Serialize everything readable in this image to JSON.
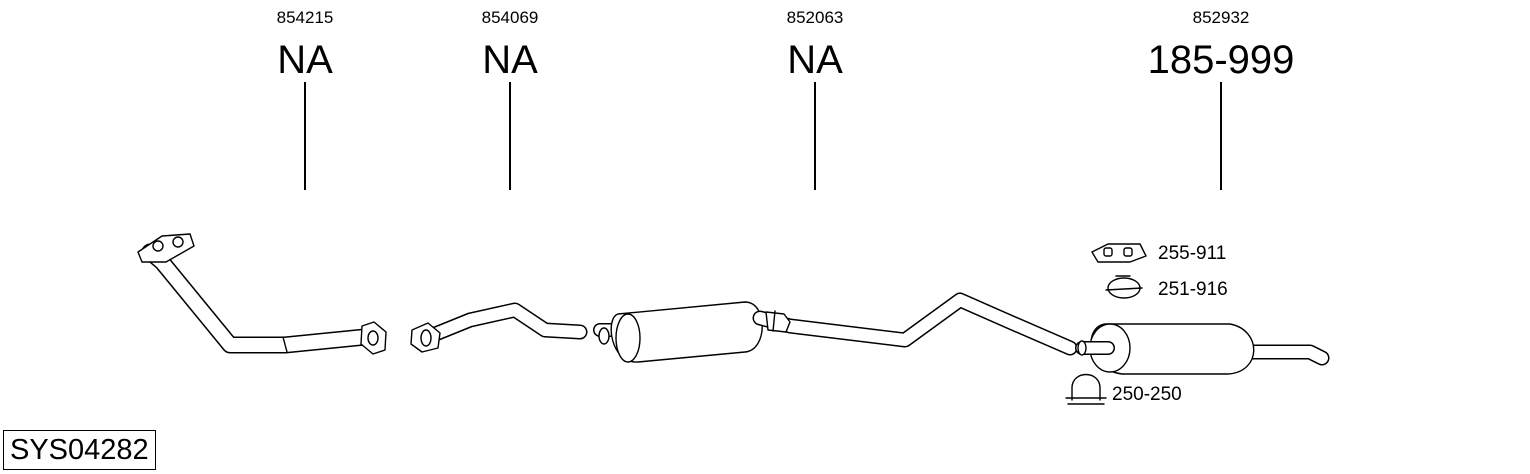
{
  "parts": [
    {
      "number": "854215",
      "code": "NA"
    },
    {
      "number": "854069",
      "code": "NA"
    },
    {
      "number": "852063",
      "code": "NA"
    },
    {
      "number": "852932",
      "code": "185-999"
    }
  ],
  "accessories": [
    {
      "code": "255-911",
      "icon": "rubber-hanger-icon"
    },
    {
      "code": "251-916",
      "icon": "pipe-clamp-icon"
    },
    {
      "code": "250-250",
      "icon": "u-bolt-clamp-icon"
    }
  ],
  "system_id": "SYS04282"
}
